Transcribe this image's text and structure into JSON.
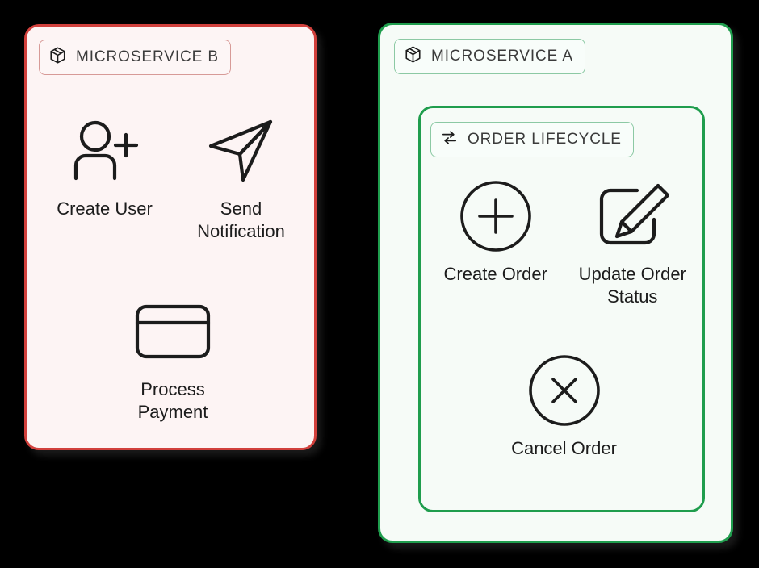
{
  "diagram": {
    "type": "architecture-diagram",
    "background_color": "#000000",
    "panels": [
      {
        "id": "microservice-b",
        "title": "MICROSERVICE B",
        "badge_icon": "package-icon",
        "accent_color": "#d1403c",
        "fill_color": "#fdf4f4",
        "items": [
          {
            "label": "Create User",
            "icon": "user-plus-icon"
          },
          {
            "label": "Send Notification",
            "icon": "send-paper-plane-icon"
          },
          {
            "label": "Process Payment",
            "icon": "credit-card-icon"
          }
        ]
      },
      {
        "id": "microservice-a",
        "title": "MICROSERVICE A",
        "badge_icon": "package-icon",
        "accent_color": "#1f9d4d",
        "fill_color": "#f6fbf7",
        "group": {
          "id": "order-lifecycle",
          "title": "ORDER LIFECYCLE",
          "badge_icon": "exchange-arrows-icon",
          "accent_color": "#1f9d4d",
          "items": [
            {
              "label": "Create Order",
              "icon": "plus-circle-icon"
            },
            {
              "label": "Update Order Status",
              "icon": "edit-square-icon"
            },
            {
              "label": "Cancel Order",
              "icon": "x-circle-icon"
            }
          ]
        }
      }
    ]
  }
}
